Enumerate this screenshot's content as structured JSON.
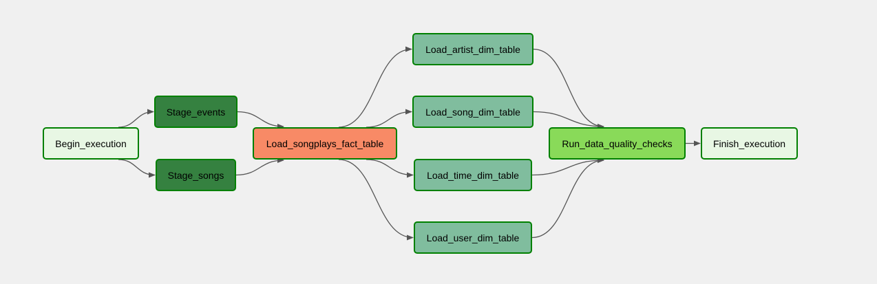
{
  "nodes": {
    "begin_execution": {
      "label": "Begin_execution",
      "fill": "#e8f7e4"
    },
    "stage_events": {
      "label": "Stage_events",
      "fill": "#358140"
    },
    "stage_songs": {
      "label": "Stage_songs",
      "fill": "#358140"
    },
    "load_songplays_fact_table": {
      "label": "Load_songplays_fact_table",
      "fill": "#f88a66"
    },
    "load_artist_dim_table": {
      "label": "Load_artist_dim_table",
      "fill": "#80bd9e"
    },
    "load_song_dim_table": {
      "label": "Load_song_dim_table",
      "fill": "#80bd9e"
    },
    "load_time_dim_table": {
      "label": "Load_time_dim_table",
      "fill": "#80bd9e"
    },
    "load_user_dim_table": {
      "label": "Load_user_dim_table",
      "fill": "#80bd9e"
    },
    "run_data_quality_checks": {
      "label": "Run_data_quality_checks",
      "fill": "#89da59"
    },
    "finish_execution": {
      "label": "Finish_execution",
      "fill": "#e8f7e4"
    }
  },
  "edges": [
    [
      "begin_execution",
      "stage_events"
    ],
    [
      "begin_execution",
      "stage_songs"
    ],
    [
      "stage_events",
      "load_songplays_fact_table"
    ],
    [
      "stage_songs",
      "load_songplays_fact_table"
    ],
    [
      "load_songplays_fact_table",
      "load_artist_dim_table"
    ],
    [
      "load_songplays_fact_table",
      "load_song_dim_table"
    ],
    [
      "load_songplays_fact_table",
      "load_time_dim_table"
    ],
    [
      "load_songplays_fact_table",
      "load_user_dim_table"
    ],
    [
      "load_artist_dim_table",
      "run_data_quality_checks"
    ],
    [
      "load_song_dim_table",
      "run_data_quality_checks"
    ],
    [
      "load_time_dim_table",
      "run_data_quality_checks"
    ],
    [
      "load_user_dim_table",
      "run_data_quality_checks"
    ],
    [
      "run_data_quality_checks",
      "finish_execution"
    ]
  ],
  "colors": {
    "node_border": "#008000",
    "edge": "#555555",
    "background": "#f0f0f0"
  }
}
